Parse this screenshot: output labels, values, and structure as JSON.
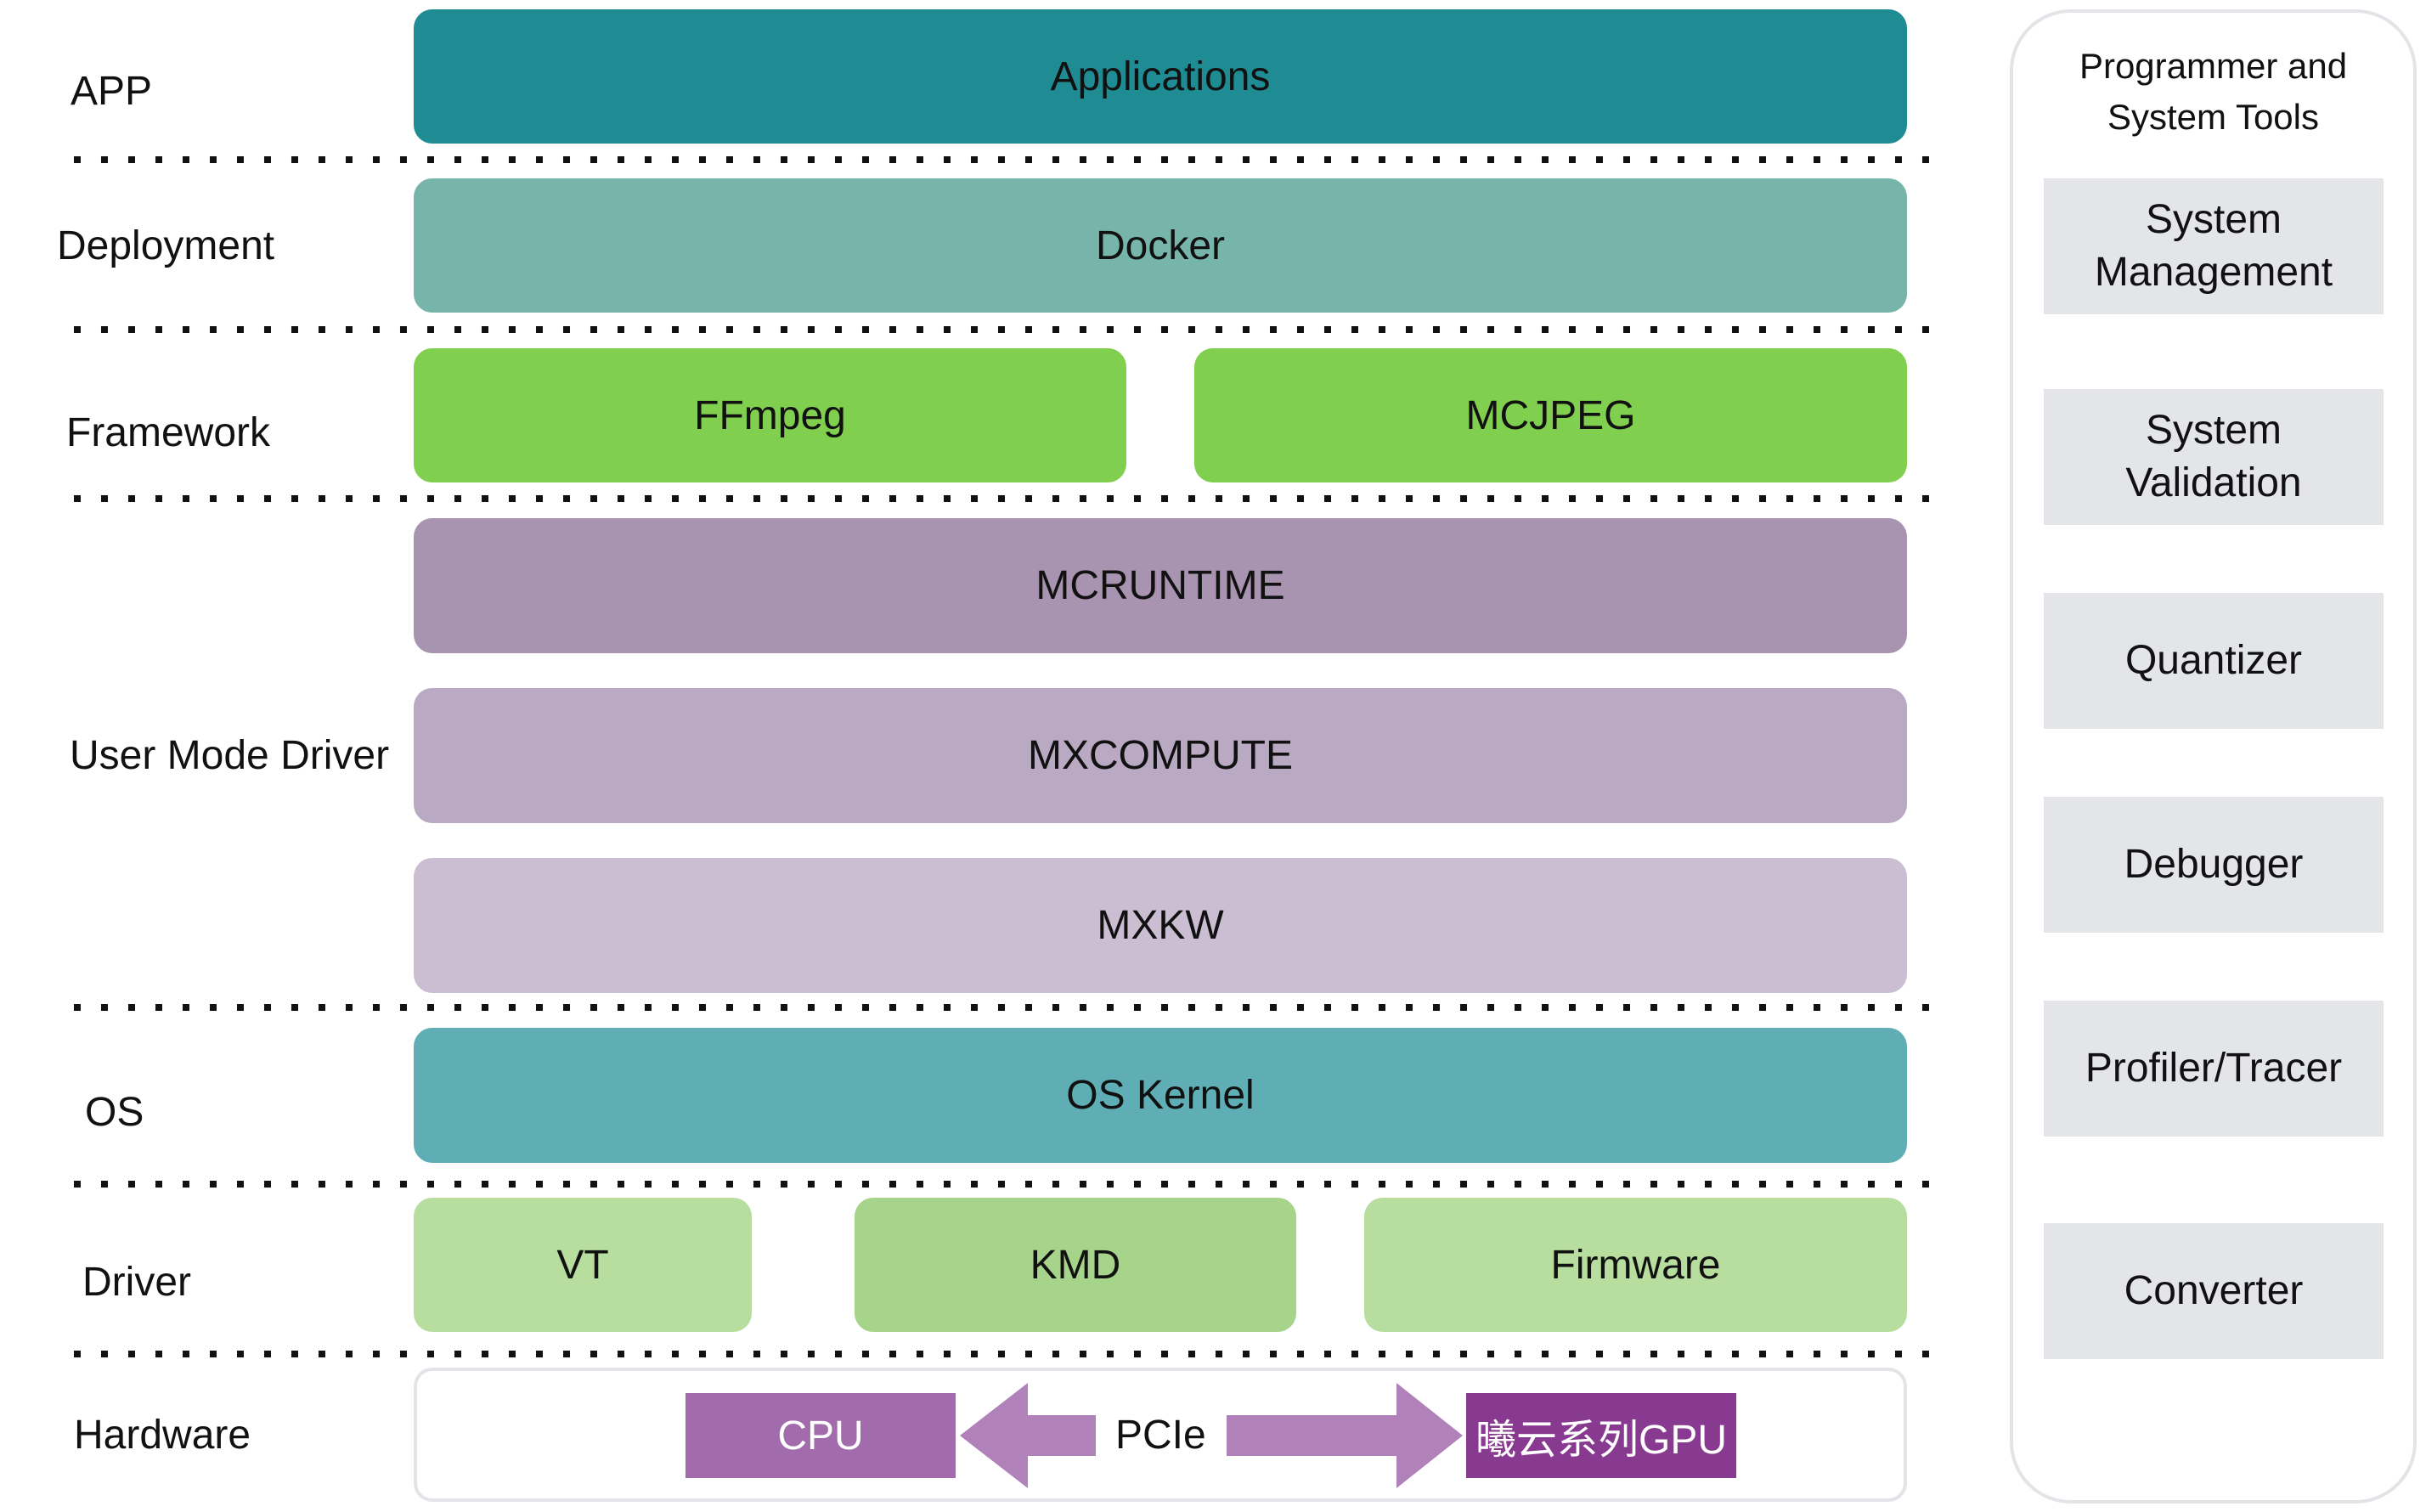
{
  "layers": {
    "app": "APP",
    "deployment": "Deployment",
    "framework": "Framework",
    "umd": "User Mode Driver",
    "os": "OS",
    "driver": "Driver",
    "hardware": "Hardware"
  },
  "components": {
    "applications": "Applications",
    "docker": "Docker",
    "ffmpeg": "FFmpeg",
    "mcjpeg": "MCJPEG",
    "mcruntime": "MCRUNTIME",
    "mxcompute": "MXCOMPUTE",
    "mxkw": "MXKW",
    "os_kernel": "OS Kernel",
    "vt": "VT",
    "kmd": "KMD",
    "firmware": "Firmware"
  },
  "hardware": {
    "cpu": "CPU",
    "link": "PCIe",
    "gpu": "曦云系列GPU"
  },
  "tools_panel": {
    "title_line1": "Programmer and",
    "title_line2": "System Tools",
    "items": [
      {
        "line1": "System",
        "line2": "Management"
      },
      {
        "line1": "System",
        "line2": "Validation"
      },
      {
        "line1": "Quantizer",
        "line2": ""
      },
      {
        "line1": "Debugger",
        "line2": ""
      },
      {
        "line1": "Profiler/Tracer",
        "line2": ""
      },
      {
        "line1": "Converter",
        "line2": ""
      }
    ]
  },
  "colors": {
    "applications": "#1f8c94",
    "docker": "#77b4a9",
    "framework": "#80cf4e",
    "mcruntime": "#a894b0",
    "mxcompute": "#b9a9c3",
    "mxkw": "#cbbed2",
    "os_kernel": "#60aeb5",
    "driver_light": "#b7dd9f",
    "driver_kmd": "#a6d48a",
    "cpu": "#a26cac",
    "gpu": "#883a90",
    "arrow": "#b182b9",
    "tool_bg": "#e4e5e9"
  }
}
